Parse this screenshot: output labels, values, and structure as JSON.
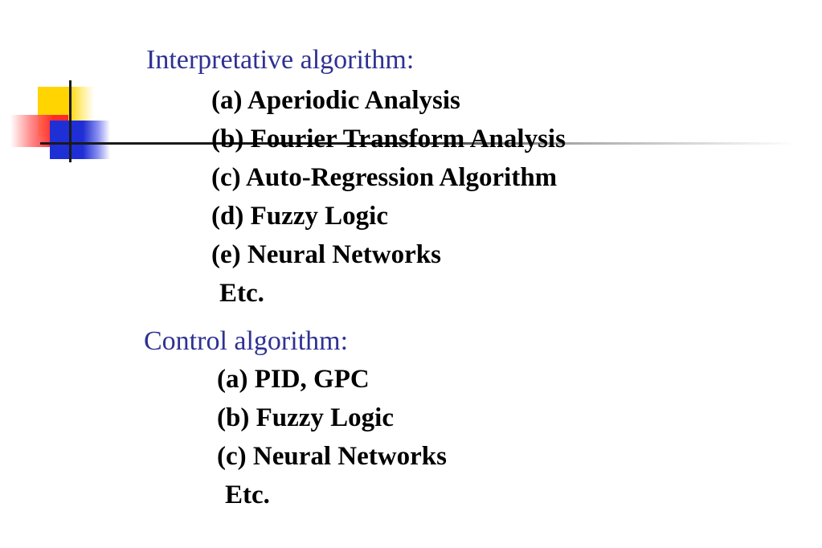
{
  "slide": {
    "sections": [
      {
        "heading": "Interpretative algorithm:",
        "items": [
          "(a) Aperiodic Analysis",
          "(b) Fourier Transform Analysis",
          "(c) Auto-Regression Algorithm",
          "(d) Fuzzy Logic",
          "(e) Neural Networks",
          "Etc."
        ]
      },
      {
        "heading": "Control algorithm:",
        "items": [
          "(a) PID, GPC",
          "(b) Fuzzy Logic",
          "(c) Neural Networks",
          "Etc."
        ]
      }
    ],
    "colors": {
      "heading": "#2e3192",
      "body": "#000000",
      "accent_yellow": "#ffd400",
      "accent_red": "#ff2a2a",
      "accent_blue": "#1f2fd6"
    }
  }
}
